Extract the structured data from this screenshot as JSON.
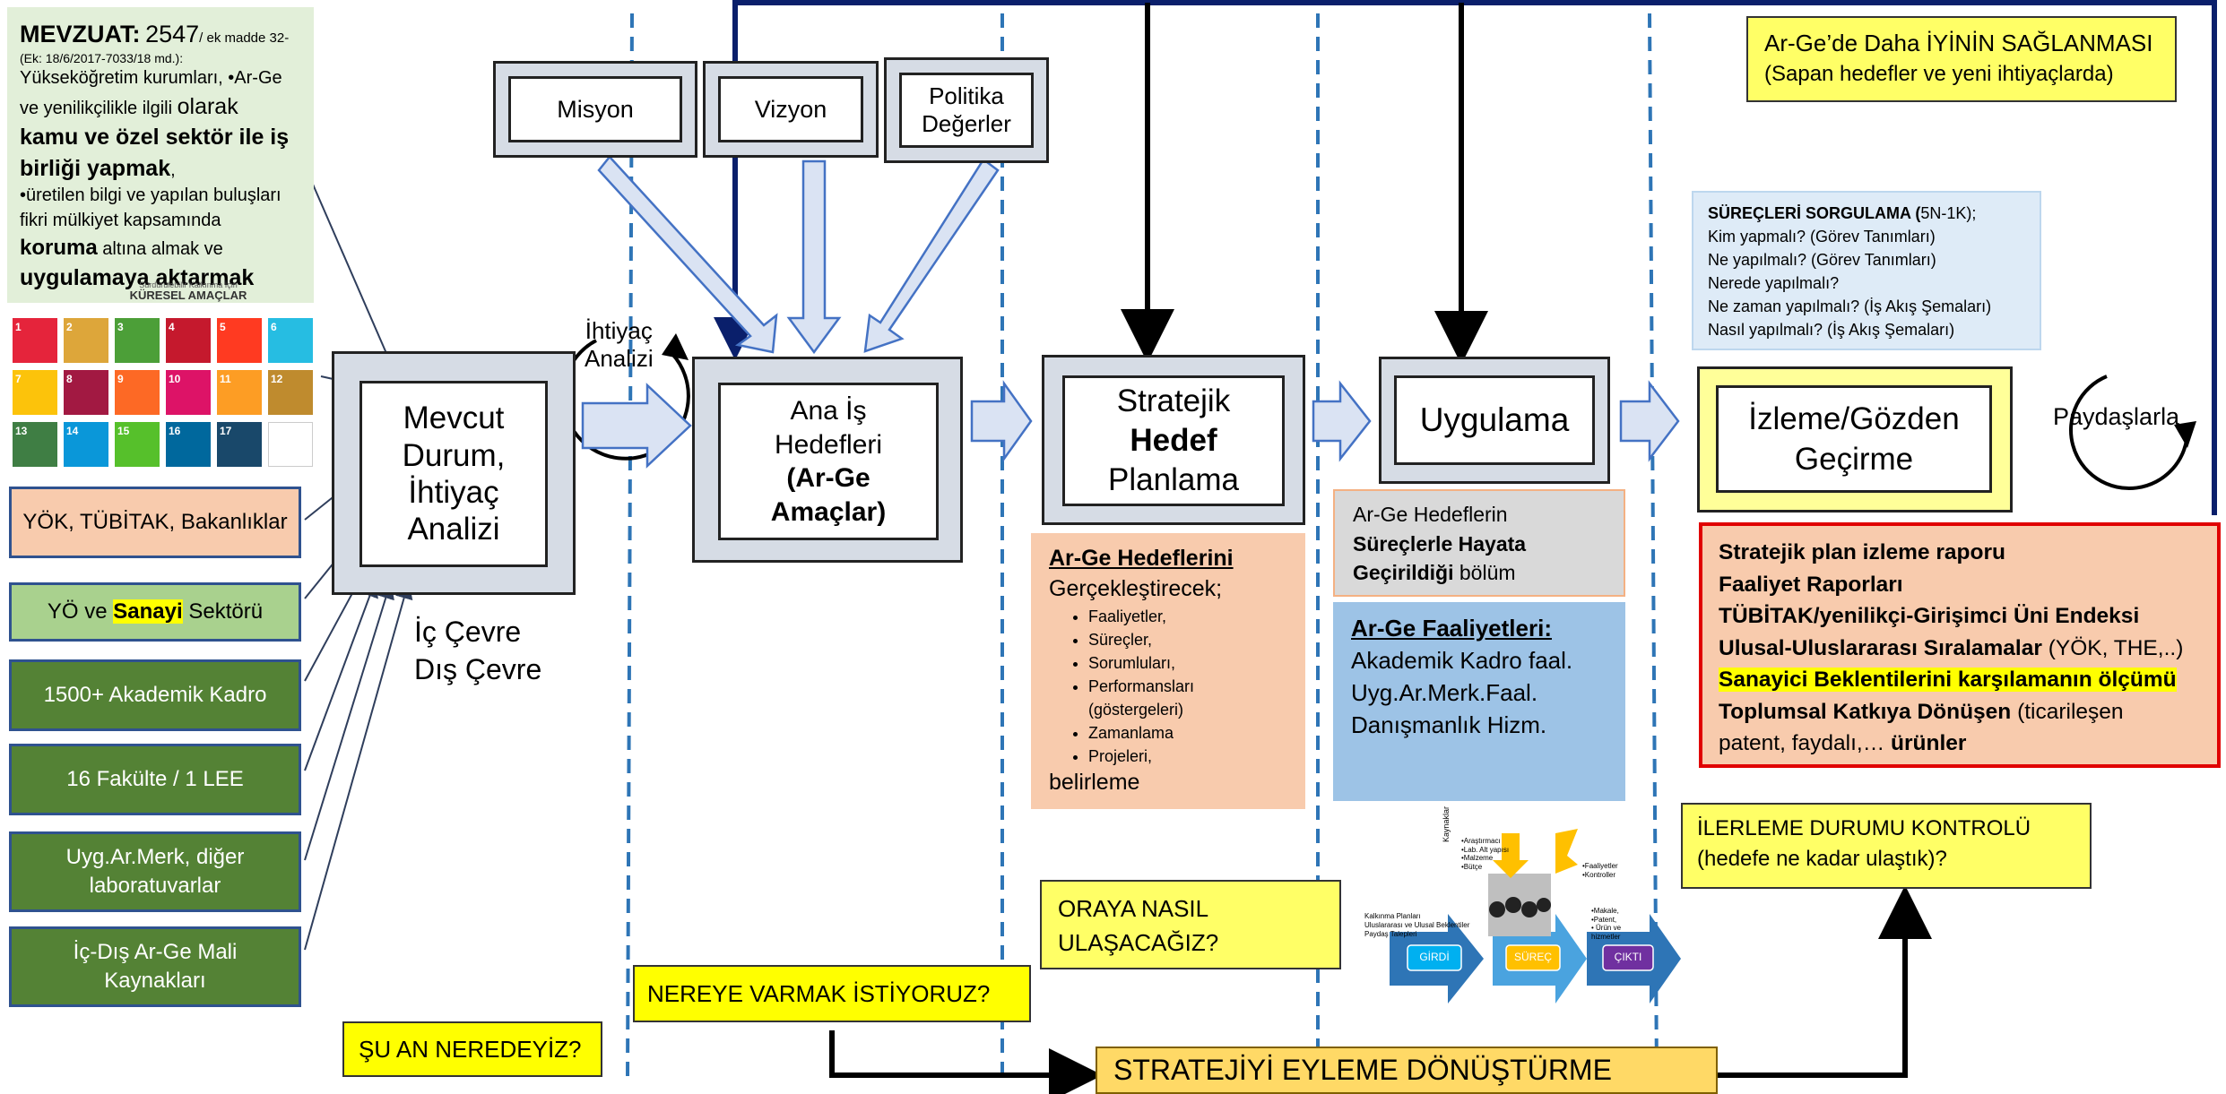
{
  "mevzuat": {
    "title": "MEVZUAT:",
    "number": "2547",
    "ref": "/ ek madde 32-",
    "ek": "(Ek: 18/6/2017-7033/18 md.):",
    "line1": "Yükseköğretim kurumları, •Ar-Ge",
    "line2a": "ve yenilikçilikle ilgili ",
    "line2b": "olarak",
    "line3": "kamu ve özel sektör ile iş",
    "line4a": "birliği yapmak",
    "line4b": ",",
    "line5": "•üretilen bilgi ve yapılan buluşları",
    "line6": "fikri mülkiyet kapsamında",
    "line7a": "koruma",
    "line7b": " altına almak ve",
    "line8": "uygulamaya aktarmak"
  },
  "sdg": {
    "caption_small": "Sürdürülebilir Kalkınma İçin",
    "caption": "KÜRESEL AMAÇLAR",
    "tiles": [
      {
        "num": "1",
        "color": "#e5243b"
      },
      {
        "num": "2",
        "color": "#dda63a"
      },
      {
        "num": "3",
        "color": "#4c9f38"
      },
      {
        "num": "4",
        "color": "#c5192d"
      },
      {
        "num": "5",
        "color": "#ff3a21"
      },
      {
        "num": "6",
        "color": "#26bde2"
      },
      {
        "num": "7",
        "color": "#fcc30b"
      },
      {
        "num": "8",
        "color": "#a21942"
      },
      {
        "num": "9",
        "color": "#fd6925"
      },
      {
        "num": "10",
        "color": "#dd1367"
      },
      {
        "num": "11",
        "color": "#fd9d24"
      },
      {
        "num": "12",
        "color": "#bf8b2e"
      },
      {
        "num": "13",
        "color": "#3f7e44"
      },
      {
        "num": "14",
        "color": "#0a97d9"
      },
      {
        "num": "15",
        "color": "#56c02b"
      },
      {
        "num": "16",
        "color": "#00689d"
      },
      {
        "num": "17",
        "color": "#19486a"
      },
      {
        "num": "",
        "color": "#ffffff"
      }
    ]
  },
  "left_boxes": {
    "yok": "YÖK, TÜBİTAK, Bakanlıklar",
    "yo_a": "YÖ ve ",
    "yo_b": "Sanayi",
    "yo_c": " Sektörü",
    "kadro": "1500+ Akademik Kadro",
    "fakulte": "16 Fakülte / 1 LEE",
    "uyg1": "Uyg.Ar.Merk, diğer",
    "uyg2": "laboratuvarlar",
    "mali1": "İç-Dış Ar-Ge Mali",
    "mali2": "Kaynakları"
  },
  "mevcut": {
    "l1": "Mevcut",
    "l2": "Durum,",
    "l3": "İhtiyaç",
    "l4": "Analizi"
  },
  "ic_dis": {
    "l1": "İç Çevre",
    "l2": "Dış Çevre"
  },
  "ihtiyac": {
    "l1": "İhtiyaç",
    "l2": "Analizi"
  },
  "top_boxes": {
    "misyon": "Misyon",
    "vizyon": "Vizyon",
    "politika1": "Politika",
    "politika2": "Değerler"
  },
  "ana_is": {
    "l1": "Ana İş",
    "l2": "Hedefleri",
    "l3": "(Ar-Ge",
    "l4": "Amaçlar)"
  },
  "stratejik": {
    "l1": "Stratejik",
    "l2": "Hedef",
    "l3": "Planlama"
  },
  "uygulama": "Uygulama",
  "izleme": {
    "l1": "İzleme/Gözden",
    "l2": "Geçirme"
  },
  "paydaslar": "Paydaşlarla",
  "arge_hedeflerini": {
    "title": "Ar-Ge Hedeflerini",
    "sub": "Gerçekleştirecek;",
    "items": [
      "Faaliyetler,",
      "Süreçler,",
      "Sorumluları,",
      "Performansları (göstergeleri)",
      "Zamanlama",
      "Projeleri,"
    ],
    "end": "belirleme"
  },
  "grey_box": {
    "l1": "Ar-Ge Hedeflerin",
    "l2": "Süreçlerle Hayata",
    "l3a": "Geçirildiği",
    "l3b": " bölüm"
  },
  "blue_box": {
    "title": "Ar-Ge Faaliyetleri:",
    "l1": "Akademik Kadro faal.",
    "l2": "Uyg.Ar.Merk.Faal.",
    "l3": "Danışmanlık Hizm."
  },
  "surecler": {
    "title": "SÜREÇLERİ SORGULAMA (",
    "title_b": "5N-1K);",
    "l1": "Kim yapmalı? (Görev Tanımları)",
    "l2": "Ne yapılmalı? (Görev Tanımları)",
    "l3": "Nerede yapılmalı?",
    "l4": "Ne zaman yapılmalı? (İş Akış Şemaları)",
    "l5": "Nasıl yapılmalı? (İş Akış Şemaları)"
  },
  "iyi": {
    "l1": "Ar-Ge’de Daha İYİNİN SAĞLANMASI",
    "l2": "(Sapan hedefler ve yeni ihtiyaçlarda)"
  },
  "rapor": {
    "l1": "Stratejik plan izleme raporu",
    "l2": "Faaliyet Raporları",
    "l3": "TÜBİTAK/yenilikçi-Girişimci Üni Endeksi",
    "l4a": "Ulusal-Uluslararası Sıralamalar",
    "l4b": " (YÖK, THE,..)",
    "l5": "Sanayici Beklentilerini karşılamanın ölçümü",
    "l6a": "Toplumsal Katkıya Dönüşen",
    "l6b": " (ticarileşen",
    "l7a": "patent, faydalı,… ",
    "l7b": "ürünler"
  },
  "ilerleme": {
    "l1": "İLERLEME DURUMU KONTROLÜ",
    "l2": "(hedefe ne kadar ulaştık)?"
  },
  "oraya": {
    "l1": "ORAYA NASIL",
    "l2": "ULAŞACAĞIZ?"
  },
  "nereye": "NEREYE VARMAK İSTİYORUZ?",
  "su_an": "ŞU AN NEREDEYİZ?",
  "eylem": "STRATEJİYİ EYLEME DÖNÜŞTÜRME",
  "process_pic": {
    "kaynaklar": "Kaynaklar",
    "k1": "•Araştırmacı",
    "k2": "•Lab. Alt yapısı",
    "k3": "•Malzeme",
    "k4": "•Bütçe",
    "f1": "•Faaliyetler",
    "f2": "•Kontroller",
    "girdi_text1": "Kalkınma Planları",
    "girdi_text2": "Uluslararası ve Ulusal Beklentiler",
    "girdi_text3": "Paydaş Talepleri",
    "c1": "•Makale,",
    "c2": "•Patent,",
    "c3": "• Ürün ve",
    "c4": "hizmetler",
    "girdi": "GİRDİ",
    "surec": "SÜREÇ",
    "cikti": "ÇIKTI"
  }
}
